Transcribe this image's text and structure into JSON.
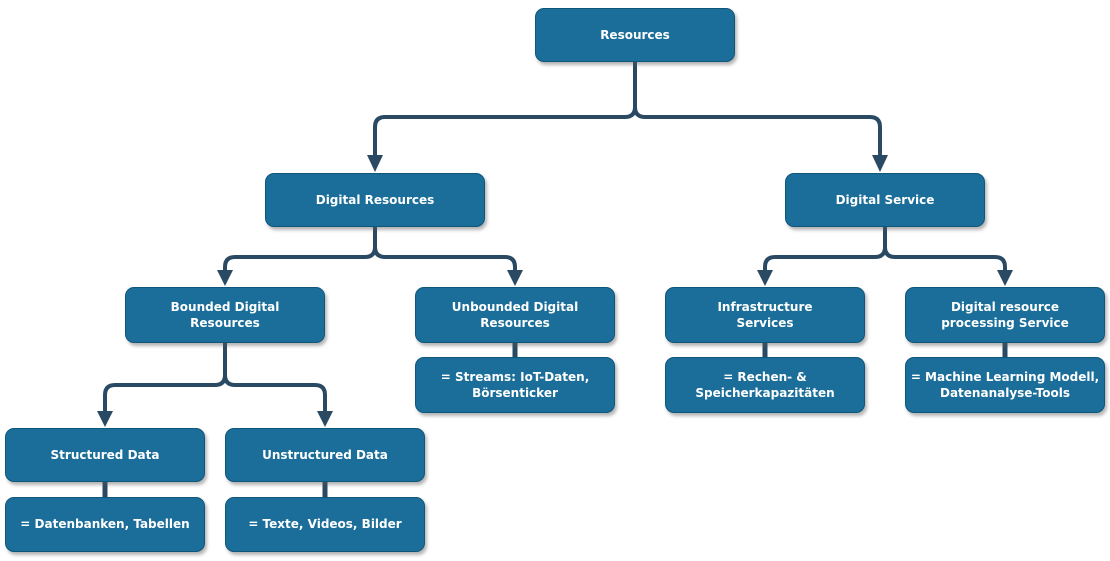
{
  "colors": {
    "node_fill": "#1b6e99",
    "node_border": "#0e567a",
    "connector": "#2a4a63",
    "node_text": "#ffffff",
    "background": "#ffffff"
  },
  "nodes": {
    "resources": {
      "label": "Resources"
    },
    "digital_resources": {
      "label": "Digital Resources"
    },
    "digital_service": {
      "label": "Digital Service"
    },
    "bounded_digital_resources": {
      "label": "Bounded Digital\nResources"
    },
    "unbounded_digital_resources": {
      "label": "Unbounded Digital\nResources"
    },
    "infrastructure_services": {
      "label": "Infrastructure\nServices"
    },
    "digital_resource_processing_service": {
      "label": "Digital resource\nprocessing Service"
    },
    "structured_data": {
      "label": "Structured Data"
    },
    "unstructured_data": {
      "label": "Unstructured Data"
    }
  },
  "notes": {
    "unbounded_examples": {
      "label": "= Streams: IoT-Daten,\nBörsenticker"
    },
    "infrastructure_examples": {
      "label": "= Rechen- &\nSpeicherkapazitäten"
    },
    "processing_examples": {
      "label": "= Machine Learning Modell,\nDatenanalyse-Tools"
    },
    "structured_examples": {
      "label": "= Datenbanken, Tabellen"
    },
    "unstructured_examples": {
      "label": "= Texte, Videos, Bilder"
    }
  },
  "edges": [
    [
      "resources",
      "digital_resources"
    ],
    [
      "resources",
      "digital_service"
    ],
    [
      "digital_resources",
      "bounded_digital_resources"
    ],
    [
      "digital_resources",
      "unbounded_digital_resources"
    ],
    [
      "digital_service",
      "infrastructure_services"
    ],
    [
      "digital_service",
      "digital_resource_processing_service"
    ],
    [
      "bounded_digital_resources",
      "structured_data"
    ],
    [
      "bounded_digital_resources",
      "unstructured_data"
    ],
    [
      "unbounded_digital_resources",
      "unbounded_examples"
    ],
    [
      "infrastructure_services",
      "infrastructure_examples"
    ],
    [
      "digital_resource_processing_service",
      "processing_examples"
    ],
    [
      "structured_data",
      "structured_examples"
    ],
    [
      "unstructured_data",
      "unstructured_examples"
    ]
  ]
}
